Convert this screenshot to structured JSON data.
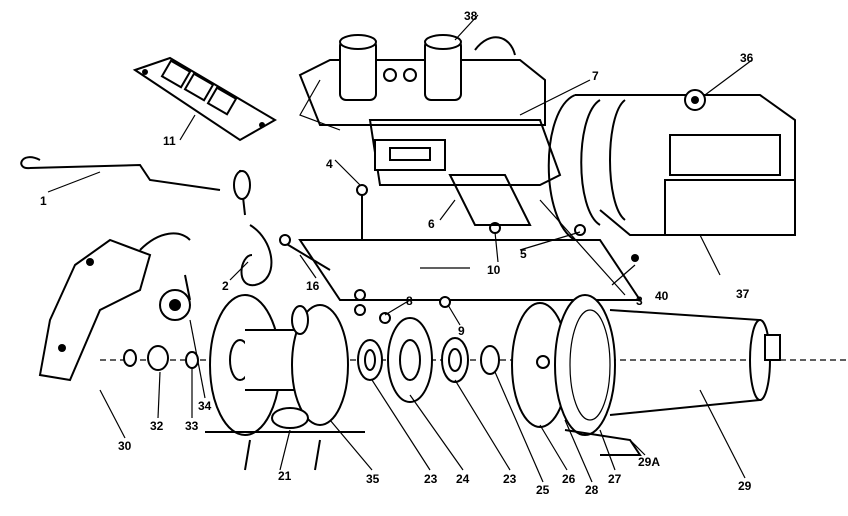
{
  "diagram": {
    "labels": [
      {
        "id": "p1",
        "text": "1"
      },
      {
        "id": "p2",
        "text": "2"
      },
      {
        "id": "p3",
        "text": "3"
      },
      {
        "id": "p4",
        "text": "4"
      },
      {
        "id": "p5",
        "text": "5"
      },
      {
        "id": "p6",
        "text": "6"
      },
      {
        "id": "p7",
        "text": "7"
      },
      {
        "id": "p8",
        "text": "8"
      },
      {
        "id": "p9",
        "text": "9"
      },
      {
        "id": "p10",
        "text": "10"
      },
      {
        "id": "p11",
        "text": "11"
      },
      {
        "id": "p16",
        "text": "16"
      },
      {
        "id": "p21",
        "text": "21"
      },
      {
        "id": "p23a",
        "text": "23"
      },
      {
        "id": "p23b",
        "text": "23"
      },
      {
        "id": "p24",
        "text": "24"
      },
      {
        "id": "p25",
        "text": "25"
      },
      {
        "id": "p26",
        "text": "26"
      },
      {
        "id": "p27",
        "text": "27"
      },
      {
        "id": "p28",
        "text": "28"
      },
      {
        "id": "p29",
        "text": "29"
      },
      {
        "id": "p29a",
        "text": "29A"
      },
      {
        "id": "p30",
        "text": "30"
      },
      {
        "id": "p32",
        "text": "32"
      },
      {
        "id": "p33",
        "text": "33"
      },
      {
        "id": "p34",
        "text": "34"
      },
      {
        "id": "p35",
        "text": "35"
      },
      {
        "id": "p36",
        "text": "36"
      },
      {
        "id": "p37",
        "text": "37"
      },
      {
        "id": "p38",
        "text": "38"
      },
      {
        "id": "p40",
        "text": "40"
      }
    ]
  }
}
